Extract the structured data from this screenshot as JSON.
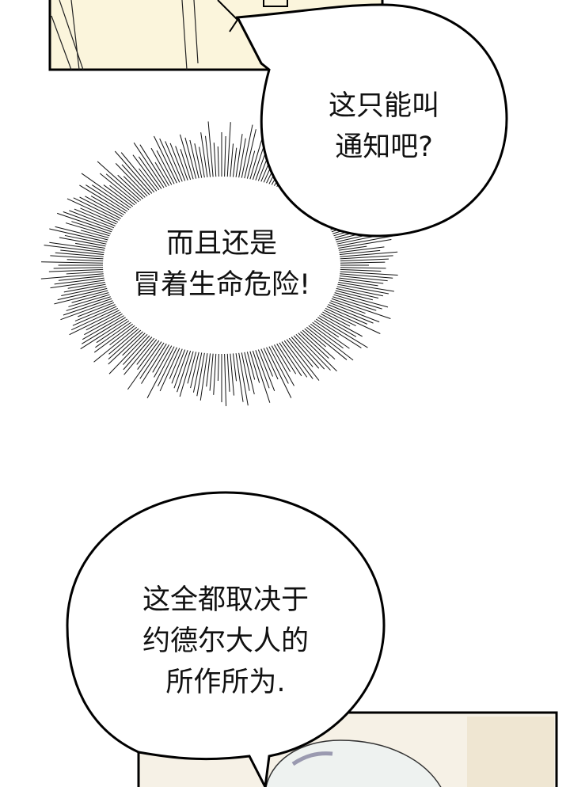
{
  "bubbles": {
    "top_right": {
      "lines": [
        "这只能叫",
        "通知吧?"
      ]
    },
    "burst": {
      "lines": [
        "而且还是",
        "冒着生命危险!"
      ]
    },
    "bottom": {
      "lines": [
        "这全都取决于",
        "约德尔大人的",
        "所作所为."
      ]
    }
  },
  "colors": {
    "panel_top": "#fbf5dc",
    "panel_bottom": "#f6f1e6",
    "character_hair": "#eef2f0"
  }
}
